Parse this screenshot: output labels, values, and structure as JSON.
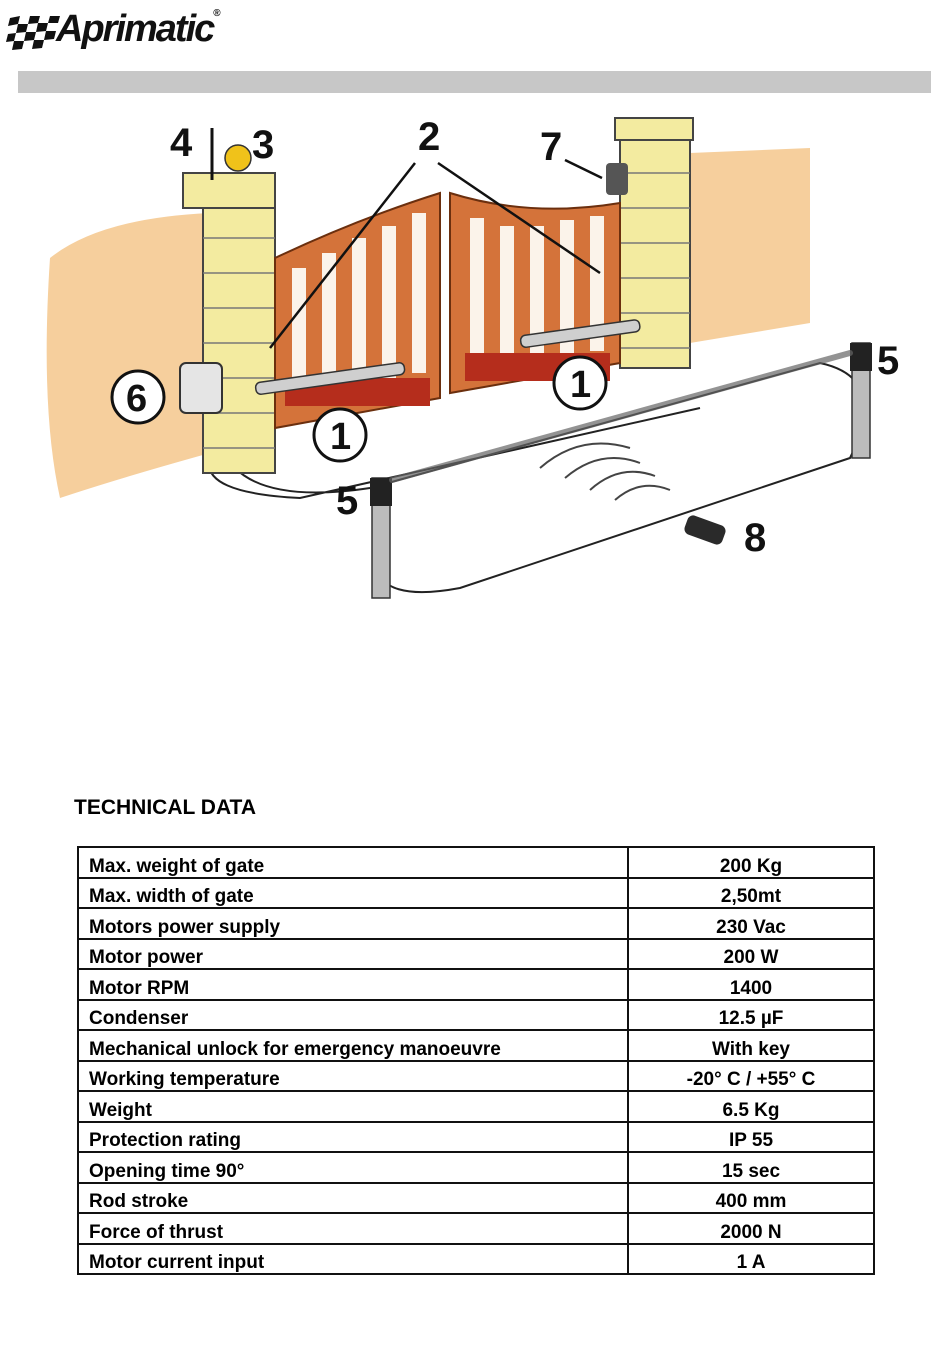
{
  "header": {
    "brand": "Aprimatic",
    "reg_mark": "®"
  },
  "diagram": {
    "callouts": [
      "4",
      "3",
      "2",
      "7",
      "5",
      "6",
      "1",
      "1",
      "5",
      "8"
    ]
  },
  "technical_data": {
    "title": "TECHNICAL DATA",
    "rows": [
      {
        "label": "Max. weight of gate",
        "value": "200 Kg"
      },
      {
        "label": "Max. width of gate",
        "value": "2,50mt"
      },
      {
        "label": "Motors power supply",
        "value": "230 Vac"
      },
      {
        "label": "Motor power",
        "value": "200 W"
      },
      {
        "label": "Motor RPM",
        "value": "1400"
      },
      {
        "label": "Condenser",
        "value": "12.5 µF"
      },
      {
        "label": "Mechanical unlock for emergency manoeuvre",
        "value": "With key"
      },
      {
        "label": "Working temperature",
        "value": "-20° C / +55° C"
      },
      {
        "label": "Weight",
        "value": "6.5 Kg"
      },
      {
        "label": "Protection rating",
        "value": "IP 55"
      },
      {
        "label": "Opening time 90°",
        "value": "15 sec"
      },
      {
        "label": "Rod stroke",
        "value": "400 mm"
      },
      {
        "label": "Force of thrust",
        "value": "2000 N"
      },
      {
        "label": "Motor current input",
        "value": "1 A"
      }
    ]
  }
}
